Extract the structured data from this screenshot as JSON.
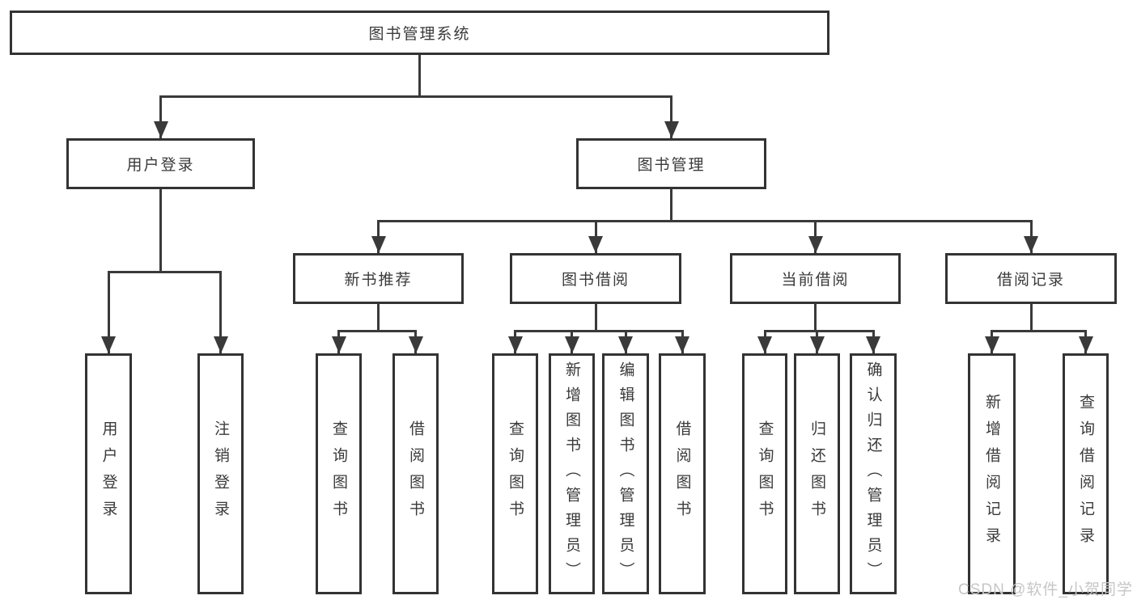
{
  "diagram": {
    "root": {
      "label": "图书管理系统"
    },
    "level2": [
      {
        "label": "用户登录"
      },
      {
        "label": "图书管理"
      }
    ],
    "level3": [
      {
        "label": "新书推荐"
      },
      {
        "label": "图书借阅"
      },
      {
        "label": "当前借阅"
      },
      {
        "label": "借阅记录"
      }
    ],
    "leaves": [
      {
        "label": "用户登录"
      },
      {
        "label": "注销登录"
      },
      {
        "label": "查询图书"
      },
      {
        "label": "借阅图书"
      },
      {
        "label": "查询图书"
      },
      {
        "label": "新增图书（管理员）"
      },
      {
        "label": "编辑图书（管理员）"
      },
      {
        "label": "借阅图书"
      },
      {
        "label": "查询图书"
      },
      {
        "label": "归还图书"
      },
      {
        "label": "确认归还（管理员）"
      },
      {
        "label": "新增借阅记录"
      },
      {
        "label": "查询借阅记录"
      }
    ]
  },
  "watermark": {
    "text": "CSDN @软件_小贺同学"
  },
  "colors": {
    "line": "#3a3a3a",
    "box_border": "#333333",
    "text": "#3a3a3a",
    "watermark": "#c6c6c6",
    "background": "#ffffff"
  }
}
